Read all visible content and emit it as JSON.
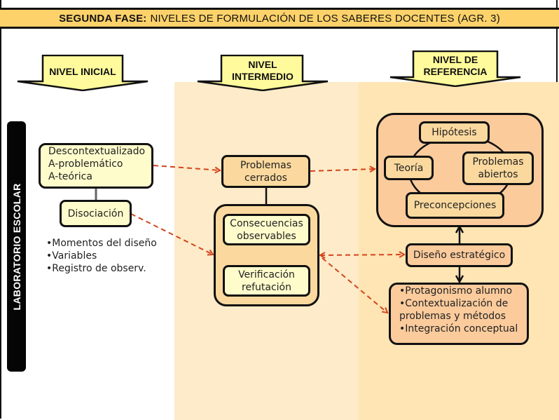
{
  "header": {
    "title_bold": "SEGUNDA FASE:",
    "title_rest": "NIVELES DE FORMULACIÓN DE LOS SABERES DOCENTES (AGR. 3)"
  },
  "levels": [
    {
      "lines": [
        "NIVEL INICIAL"
      ]
    },
    {
      "lines": [
        "NIVEL",
        "INTERMEDIO"
      ]
    },
    {
      "lines": [
        "NIVEL DE",
        "REFERENCIA"
      ]
    }
  ],
  "side_label": "LABORATORIO ESCOLAR",
  "initial": {
    "main_box": [
      "Descontextualizado",
      "A-problemático",
      "A-teórica"
    ],
    "dissociation": "Disociación",
    "bullets": [
      "•Momentos del diseño",
      "•Variables",
      "•Registro de observ."
    ]
  },
  "intermediate": {
    "closed_problems": [
      "Problemas",
      "cerrados"
    ],
    "consequences": [
      "Consecuencias",
      "observables"
    ],
    "verification": [
      "Verificación",
      "refutación"
    ]
  },
  "reference": {
    "hypothesis": "Hipótesis",
    "theory": "Teoría",
    "open_problems": [
      "Problemas",
      "abiertos"
    ],
    "preconceptions": "Preconcepciones",
    "strategic_design": "Diseño estratégico",
    "outcomes": [
      "•Protagonismo alumno",
      "•Contextualización de",
      "problemas y métodos",
      "•Integración conceptual"
    ]
  },
  "colors": {
    "title_bar": "#fdd26a",
    "mid_panel": "#fdebc9",
    "right_panel": "#fee5b3",
    "dashed_link": "#d4441c",
    "yellow_box": "#fffccc",
    "tan_box": "#fbd99e",
    "peach_box": "#fbcb9c"
  }
}
